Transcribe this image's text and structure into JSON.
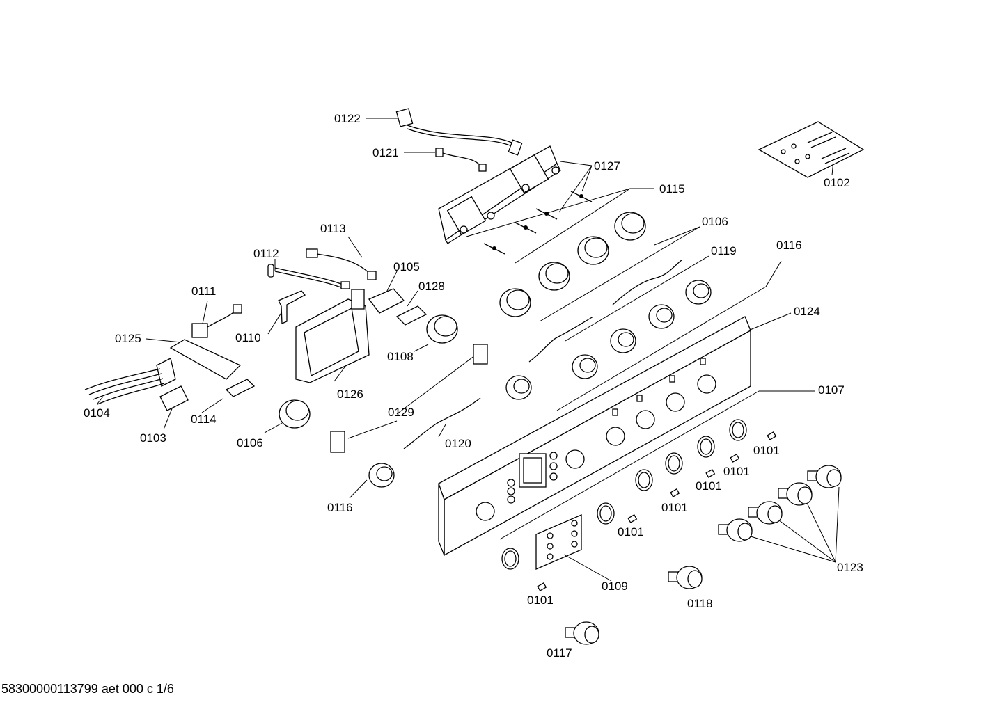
{
  "callouts": [
    {
      "id": "0122",
      "text": "0122"
    },
    {
      "id": "0121",
      "text": "0121"
    },
    {
      "id": "0127",
      "text": "0127"
    },
    {
      "id": "0102",
      "text": "0102"
    },
    {
      "id": "0115",
      "text": "0115"
    },
    {
      "id": "0113",
      "text": "0113"
    },
    {
      "id": "0106a",
      "text": "0106"
    },
    {
      "id": "0112",
      "text": "0112"
    },
    {
      "id": "0119",
      "text": "0119"
    },
    {
      "id": "0116a",
      "text": "0116"
    },
    {
      "id": "0105",
      "text": "0105"
    },
    {
      "id": "0128",
      "text": "0128"
    },
    {
      "id": "0111",
      "text": "0111"
    },
    {
      "id": "0124",
      "text": "0124"
    },
    {
      "id": "0125",
      "text": "0125"
    },
    {
      "id": "0110",
      "text": "0110"
    },
    {
      "id": "0108",
      "text": "0108"
    },
    {
      "id": "0126",
      "text": "0126"
    },
    {
      "id": "0107",
      "text": "0107"
    },
    {
      "id": "0104",
      "text": "0104"
    },
    {
      "id": "0129",
      "text": "0129"
    },
    {
      "id": "0114",
      "text": "0114"
    },
    {
      "id": "0103",
      "text": "0103"
    },
    {
      "id": "0106b",
      "text": "0106"
    },
    {
      "id": "0120",
      "text": "0120"
    },
    {
      "id": "0101a",
      "text": "0101"
    },
    {
      "id": "0101b",
      "text": "0101"
    },
    {
      "id": "0101c",
      "text": "0101"
    },
    {
      "id": "0116b",
      "text": "0116"
    },
    {
      "id": "0101d",
      "text": "0101"
    },
    {
      "id": "0101e",
      "text": "0101"
    },
    {
      "id": "0123",
      "text": "0123"
    },
    {
      "id": "0109",
      "text": "0109"
    },
    {
      "id": "0101f",
      "text": "0101"
    },
    {
      "id": "0118",
      "text": "0118"
    },
    {
      "id": "0117",
      "text": "0117"
    }
  ],
  "footer": {
    "text": "58300000113799 aet 000 c 1/6"
  }
}
